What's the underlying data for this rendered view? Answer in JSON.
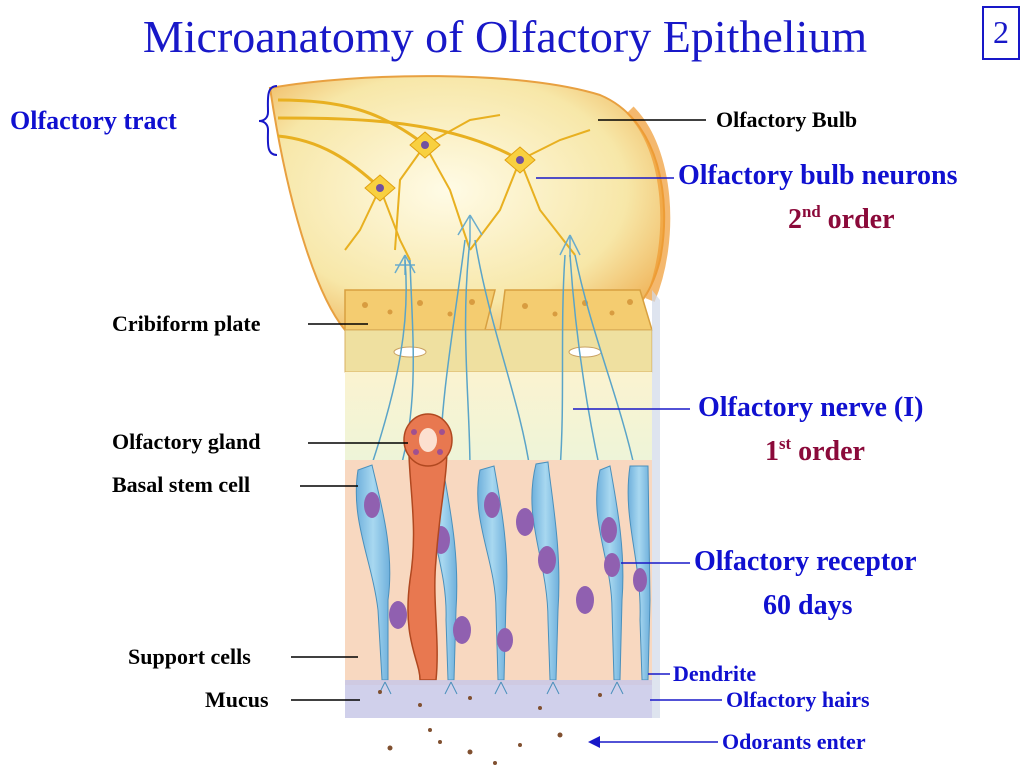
{
  "title": "Microanatomy of Olfactory Epithelium",
  "page_number": "2",
  "labels": {
    "olfactory_tract": "Olfactory tract",
    "olfactory_bulb": "Olfactory Bulb",
    "olfactory_bulb_neurons": "Olfactory bulb neurons",
    "bulb_order_num": "2",
    "bulb_order_sup": "nd",
    "bulb_order_word": "order",
    "cribiform_plate": "Cribiform plate",
    "olfactory_nerve": "Olfactory nerve (I)",
    "nerve_order_num": "1",
    "nerve_order_sup": "st",
    "nerve_order_word": "order",
    "olfactory_gland": "Olfactory gland",
    "basal_stem_cell": "Basal stem cell",
    "olfactory_receptor": "Olfactory receptor",
    "receptor_lifespan": "60 days",
    "support_cells": "Support cells",
    "dendrite": "Dendrite",
    "mucus": "Mucus",
    "olfactory_hairs": "Olfactory hairs",
    "odorants_enter": "Odorants enter"
  },
  "colors": {
    "title_blue": "#1818c8",
    "label_blue": "#1010d0",
    "order_maroon": "#8b0a3a",
    "bulb_yellow": "#f7e7a8",
    "bone": "#f0c868",
    "receptor_blue": "#8ec8e8",
    "support_peach": "#f8d8c0",
    "gland_orange": "#e87850",
    "nucleus_purple": "#9060b0",
    "mucus_lavender": "#c8c8e8"
  }
}
